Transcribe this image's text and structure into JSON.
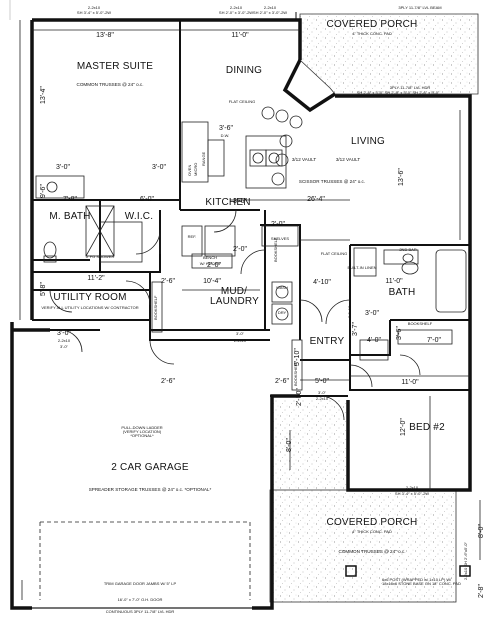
{
  "rooms": {
    "master_suite": "MASTER SUITE",
    "dining": "DINING",
    "living": "LIVING",
    "covered_porch_top": "COVERED PORCH",
    "kitchen": "KITCHEN",
    "m_bath": "M. BATH",
    "wic": "W.I.C.",
    "utility_room": "UTILITY ROOM",
    "mud_laundry": "MUD/ LAUNDRY",
    "bath": "BATH",
    "entry": "ENTRY",
    "bed2": "BED #2",
    "garage": "2 CAR GARAGE",
    "covered_porch_bottom": "COVERED PORCH"
  },
  "dims": {
    "master_w": "13'-8\"",
    "dining_w": "11'-0\"",
    "master_h": "13'-4\"",
    "kitchen_36": "3'-6\"",
    "living_h": "13'-6\"",
    "mbath_78": "7'-8\"",
    "wic_60": "6'-0\"",
    "d_96": "9'-6\"",
    "d_3_0a": "3'-0\"",
    "d_3_0b": "3'-0\"",
    "d_26_4": "26'-4\"",
    "d_2_0": "2'-0\"",
    "d_2_0b": "2'-0\"",
    "d_11_2": "11'-2\"",
    "d_5_8": "5'-8\"",
    "d_2_6": "2'-6\"",
    "d_10_4": "10'-4\"",
    "d_4_10": "4'-10\"",
    "d_11_0_bath": "11'-0\"",
    "d_3_0c": "3'-0\"",
    "d_3_7": "3'-7\"",
    "d_4_0": "4'-0\"",
    "d_3_6": "3'-6\"",
    "d_7_0": "7'-0\"",
    "d_5_10": "5'-10\"",
    "d_2_6b": "2'-6\"",
    "d_5_0": "5'-0\"",
    "d_11_0_bed": "11'-0\"",
    "d_12_0": "12'-0\"",
    "d_8_0_left": "8'-0\"",
    "d_8_0_right": "8'-0\"",
    "d_2_8": "2'-8\"",
    "d_3_0_util": "3'-0\"",
    "d_2_10": "2'-10\"",
    "d_2_6_kitchen": "2'-6\"",
    "d_2_0_bench": "2'-0\"",
    "d_3_6_kitchen": "3'-6\""
  },
  "notes": {
    "header_top_a": "2-2x10",
    "header_top_a2": "SH 3'-4\" x 5'-0\"-2W",
    "header_top_b": "2-2x10",
    "header_top_b2": "SH 2'-0\" x 3'-0\"-2W",
    "header_top_c": "2-2x10",
    "header_top_c2": "SH 2'-0\" x 3'-0\"-2W",
    "porch_thick_top": "4\" THICK CONC. PAD",
    "porch_beam": "3PLY 11-7/8\" LVL BEAM",
    "porch_windows": "3PLY 11-7/8\" LVL HDR",
    "porch_sh": "SH 2'-6\" x 5'-0\"   SH 2'-6\" x 5'-0\"   SH 2'-6\" x 5'-0\"",
    "master_trusses": "COMMON TRUSSES @ 24\" o.c.",
    "flat_ceiling": "FLAT CEILING",
    "vault_a": "3/12 VAULT",
    "vault_b": "3/12 VAULT",
    "scissor": "SCISSOR TRUSSES @ 24\" o.c.",
    "dw": "D.W.",
    "shelves": "SHELVES",
    "ref": "REF.",
    "bench": "BENCH",
    "hooks": "W/ HOOKS",
    "range": "RANGE",
    "oven": "OVEN",
    "micro": "MICRO",
    "linen": "BUILT-IN LINEN",
    "flat_ceiling2": "FLAT CEILING",
    "shower": "5' FG SHOWER",
    "bar": "2ND BAR",
    "util_note": "VERIFY ALL UTILITY LOCATIONS W/ CONTRACTOR",
    "bookshelf": "BOOKSHELF",
    "bookshelf2": "BOOKSHELF",
    "bookshelf3": "BOOKSHELF",
    "bookshelf4": "BOOKSHELF",
    "wash": "WASH",
    "dry": "DRY",
    "ladder": "PULL-DOWN LADDER (VERIFY LOCATION) *OPTIONAL*",
    "spreader": "SPREADER STORAGE TRUSSES @ 24\" o.c. *OPTIONAL*",
    "jambs": "TRIM GARAGE DOOR JAMBS W/ 5\" LP",
    "ohd": "16'-0\" x 7'-0\" O.H. DOOR",
    "continuous": "CONTINUOUS 3PLY 11-7/8\" LVL HDR",
    "porch_thick_bot": "4\" THICK CONC. PAD",
    "bed_window": "SH 3'-4\" x 5'-0\"-2W",
    "bed_header": "2-2x10",
    "common_bot": "COMMON TRUSSES @ 24\" o.c.",
    "post": "6x6 POST (WRAPPED w/ 1x10 LP) W/ 18x18x6 STONE BASE ON 18\" CONC. PAD",
    "utility_hdr": "2-2x10",
    "hdr_3_0": "3'-0\"",
    "hdr_2_2x10_mud": "2-2x10",
    "hdr_mud_3_0": "3'-0\"",
    "hdr_entry": "3'-0\"",
    "hdr_entry2": "2-2x10",
    "bath_hdr": "2-2x10",
    "side_hdr": "2-2x10 SH 2'-6\"x5'-0\""
  }
}
